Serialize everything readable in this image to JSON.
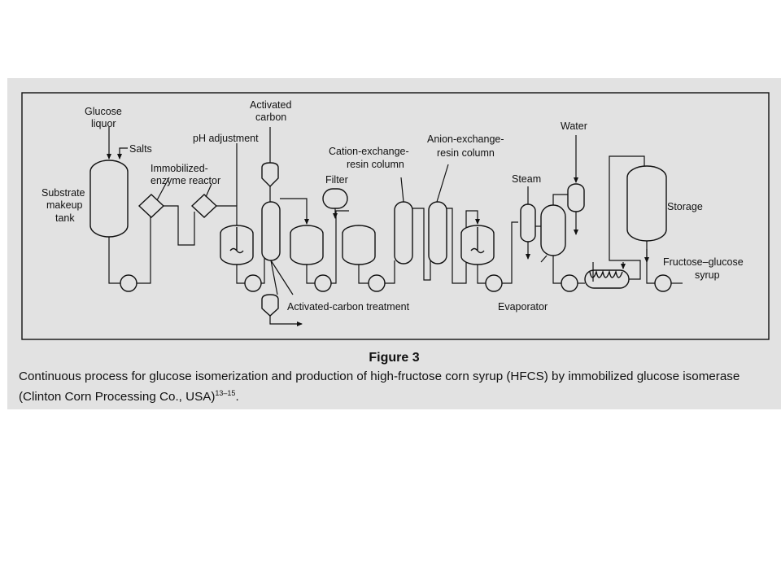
{
  "labels": {
    "glucose_liquor_1": "Glucose",
    "glucose_liquor_2": "liquor",
    "salts": "Salts",
    "substrate_1": "Substrate",
    "substrate_2": "makeup",
    "substrate_3": "tank",
    "immobilized_1": "Immobilized-",
    "immobilized_2": "enzyme reactor",
    "ph_adjustment": "pH adjustment",
    "activated_1": "Activated",
    "activated_2": "carbon",
    "filter": "Filter",
    "cation_1": "Cation-exchange-",
    "cation_2": "resin column",
    "anion_1": "Anion-exchange-",
    "anion_2": "resin column",
    "water": "Water",
    "steam": "Steam",
    "storage": "Storage",
    "fructose_1": "Fructose–glucose",
    "fructose_2": "syrup",
    "evaporator": "Evaporator",
    "activated_carbon_treatment": "Activated-carbon treatment"
  },
  "caption": {
    "title": "Figure 3",
    "text": "Continuous process for glucose isomerization and production of high-fructose corn syrup (HFCS) by immobilized glucose isomerase (Clinton Corn Processing Co., USA)",
    "refs": "13–15",
    "end": "."
  }
}
